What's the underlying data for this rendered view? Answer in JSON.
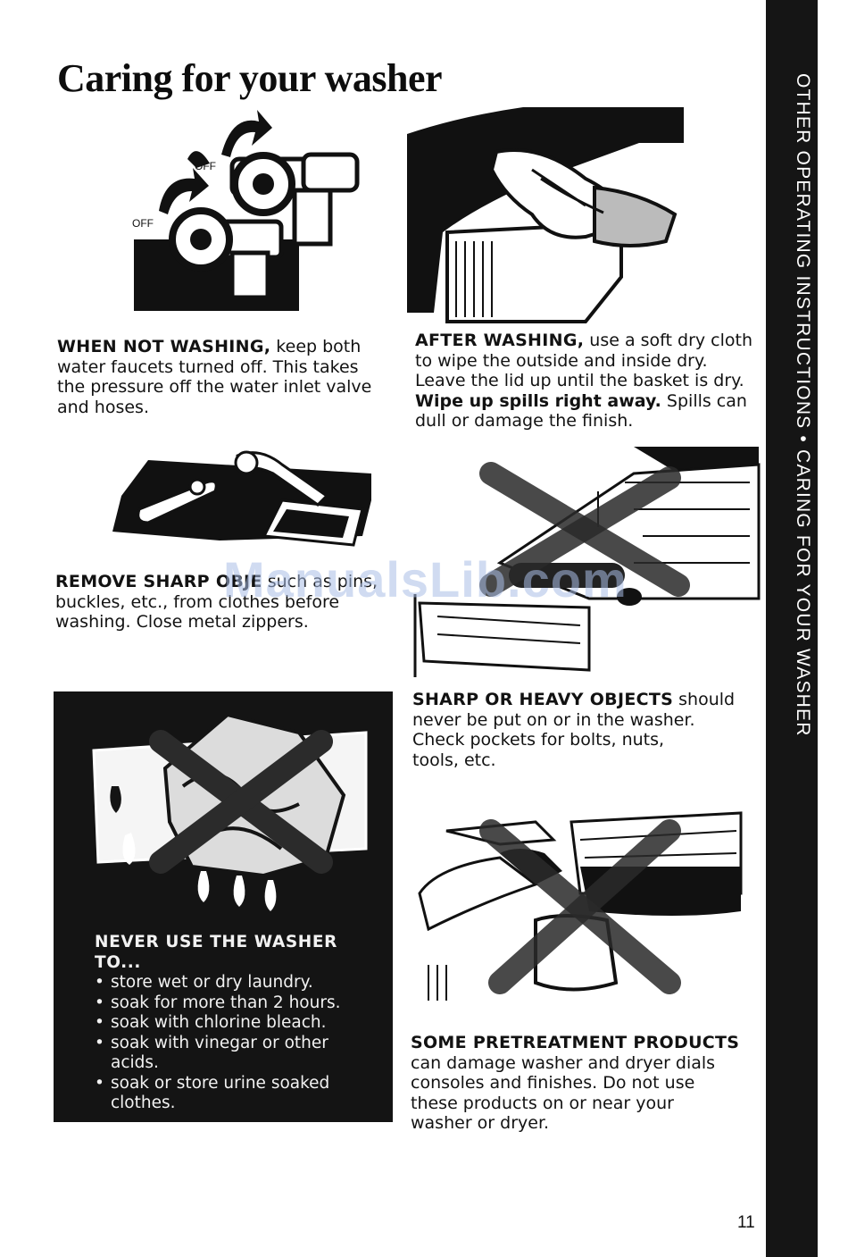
{
  "page": {
    "title": "Caring for your washer",
    "side_tab": "OTHER OPERATING INSTRUCTIONS • CARING FOR YOUR WASHER",
    "page_number": "11",
    "watermark": "ManualsLib.com"
  },
  "faucets": {
    "label_off_1": "OFF",
    "label_off_2": "OFF",
    "lead": "WHEN NOT WASHING,",
    "line1_rest": " keep both",
    "line2": "water faucets turned off. This takes",
    "line3": "the pressure off the water inlet valve",
    "line4": "and hoses."
  },
  "after": {
    "lead": "AFTER WASHING,",
    "line1_rest": " use a soft dry cloth",
    "line2": "to wipe the outside and inside dry.",
    "line3": "Leave the lid up until the basket is dry.",
    "bold4": "Wipe up spills right away.",
    "line4_rest": " Spills can",
    "line5": "dull or damage the finish."
  },
  "sharp": {
    "lead": "REMOVE SHARP OBJE",
    "line1_rest": "   such as pins,",
    "line2": "buckles, etc., from clothes before",
    "line3": "washing. Close metal zippers."
  },
  "heavy": {
    "lead": "SHARP OR HEAVY OBJECTS",
    "line1_rest": " should",
    "line2": "never be put on or in the washer.",
    "line3": "Check pockets for bolts, nuts,",
    "line4": "tools, etc."
  },
  "never": {
    "heading": "NEVER USE THE WASHER TO...",
    "items": [
      "store wet or dry laundry.",
      "soak for more than 2 hours.",
      "soak with chlorine bleach.",
      "soak with vinegar or other acids.",
      "soak or store urine soaked clothes."
    ]
  },
  "pretreat": {
    "lead": "SOME PRETREATMENT PRODUCTS",
    "line2": "can damage washer and dryer dials",
    "line3": "consoles and finishes. Do not use",
    "line4": "these products on or near your",
    "line5": "washer or dryer."
  }
}
